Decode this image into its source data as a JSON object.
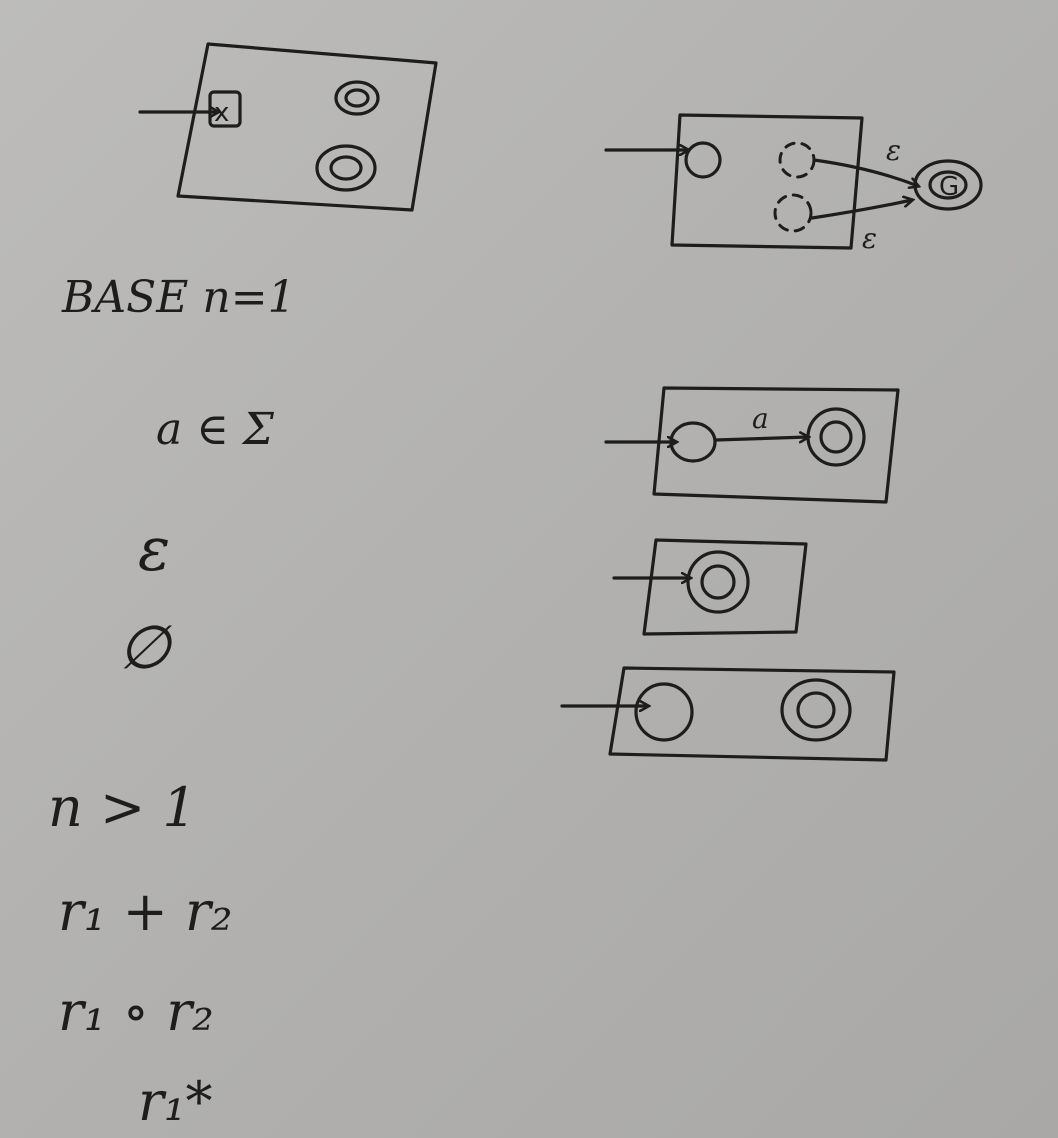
{
  "notes": {
    "base": "BASE  n=1",
    "symbol": "a ∈ Σ",
    "epsilon": "ε",
    "empty": "∅",
    "inductive": "n > 1",
    "union": "r₁ + r₂",
    "concat": "r₁ ∘ r₂",
    "star": "r₁*"
  },
  "diagrams": {
    "symbol_transition": "a",
    "epsilon_label": "ε",
    "new_accept_label": "G",
    "x_mark": "x"
  },
  "colors": {
    "ink": "#1d1d1d",
    "paper": "#b3b2b0"
  }
}
